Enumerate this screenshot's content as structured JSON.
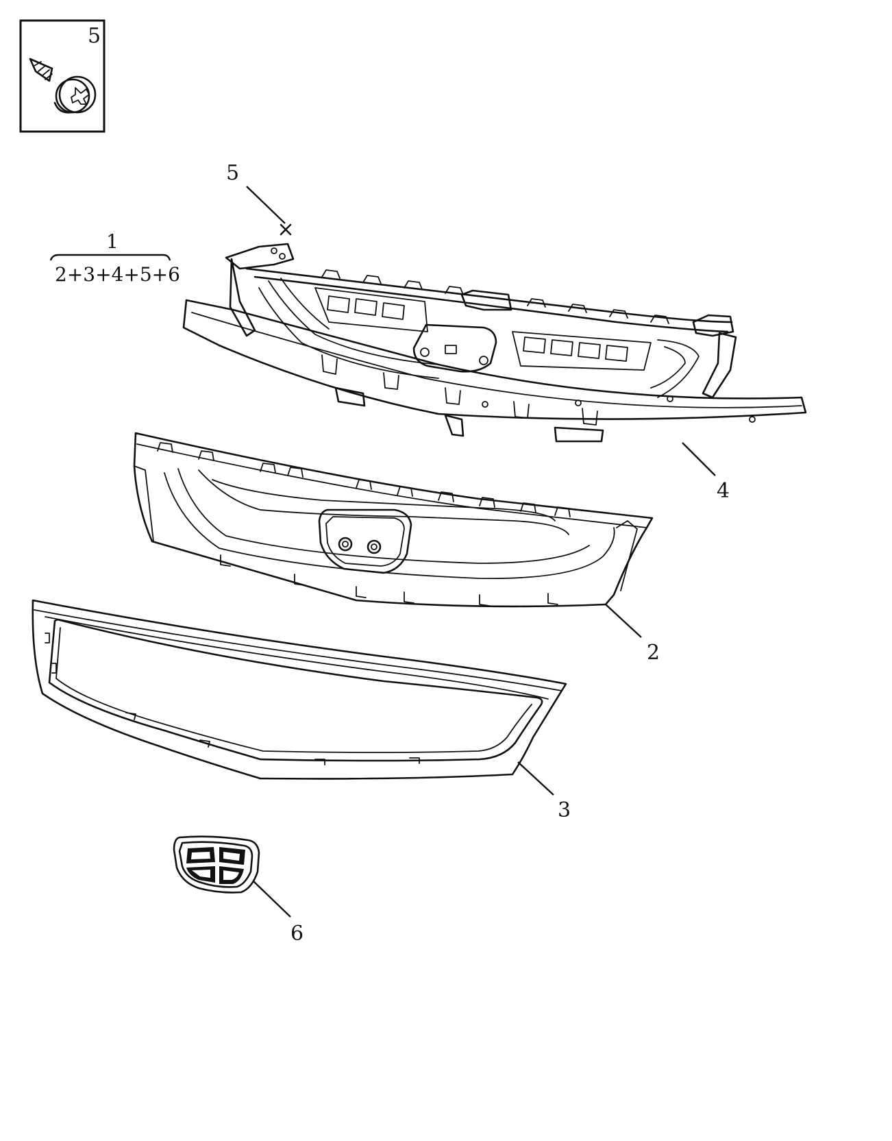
{
  "inset": {
    "callout": "5"
  },
  "assembly": {
    "number": "1",
    "composition": "2+3+4+5+6"
  },
  "callouts": {
    "screw": "5",
    "part2": "2",
    "part3": "3",
    "part4": "4",
    "part6": "6"
  },
  "colors": {
    "line": "#111111",
    "background": "#ffffff"
  }
}
